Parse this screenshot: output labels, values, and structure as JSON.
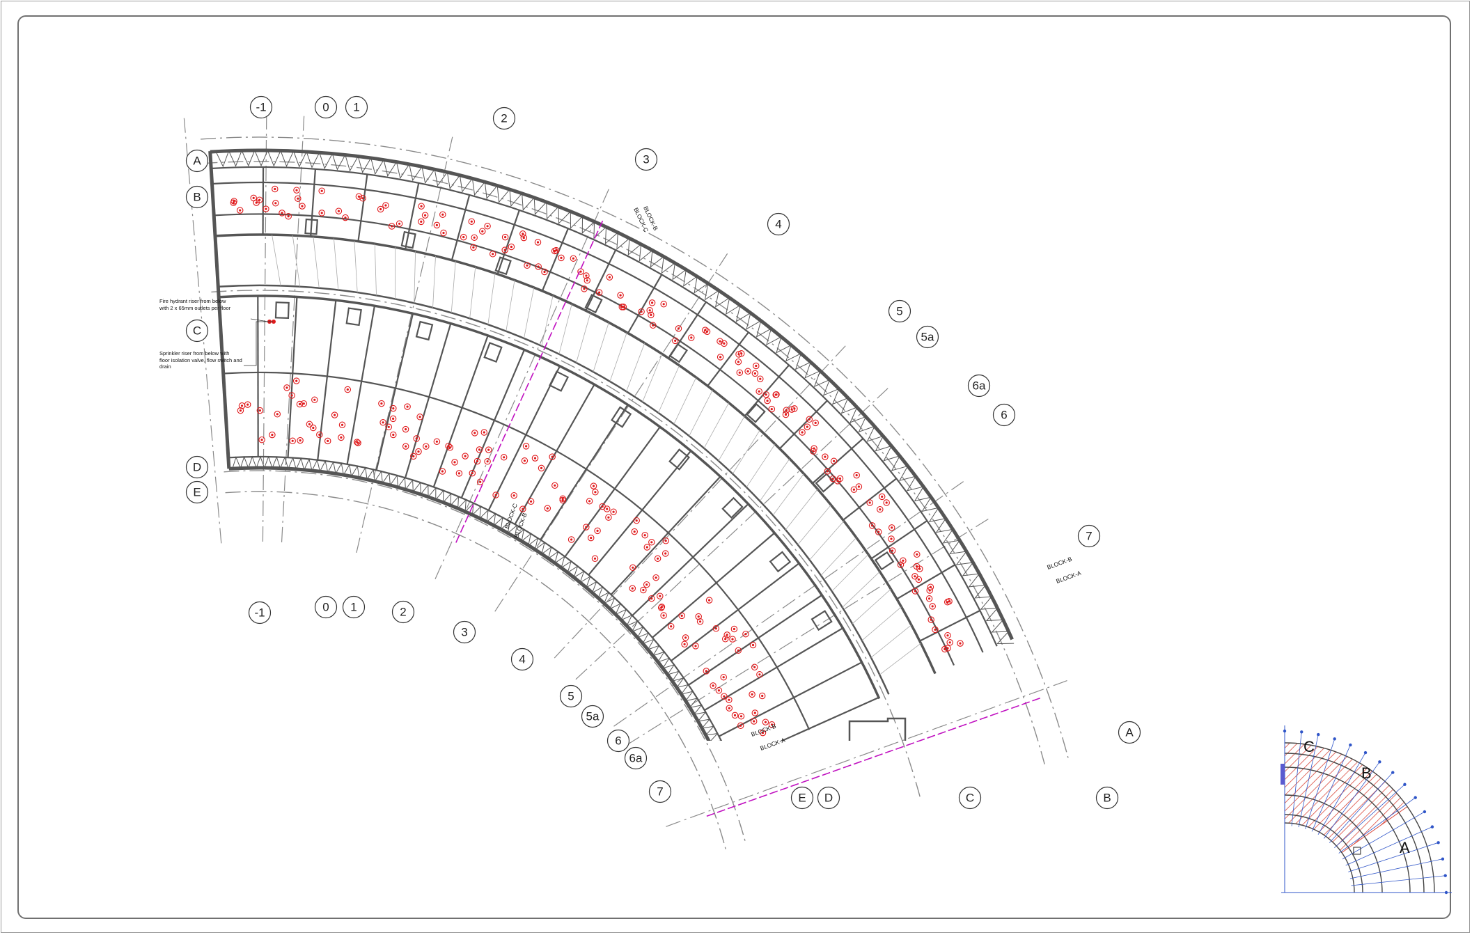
{
  "drawing": {
    "grid_radial": [
      "-1",
      "0",
      "1",
      "2",
      "3",
      "4",
      "5",
      "5a",
      "6a",
      "6",
      "7"
    ],
    "grid_arc": [
      "A",
      "B",
      "C",
      "D",
      "E"
    ],
    "notes": {
      "fire_hydrant": [
        "Fire hydrant riser from below",
        "with 2 x 65mm outlets per floor"
      ],
      "sprinkler": [
        "Sprinkler riser from below with",
        "floor isolation valve, flow switch and",
        "drain"
      ]
    },
    "block_boundaries": [
      {
        "upper": "BLOCK-C",
        "lower": "BLOCK-B"
      },
      {
        "upper": "BLOCK-B",
        "lower": "BLOCK-A"
      }
    ],
    "colors": {
      "structure": "#555555",
      "grid_line": "#8a8a8a",
      "sprinkler": "#e0191b",
      "block_line": "#c010c0",
      "key_plan_hatch": "#d9483b",
      "key_plan_grid": "#2f55c8"
    }
  },
  "key_plan": {
    "zones": [
      "C",
      "B",
      "A"
    ]
  }
}
